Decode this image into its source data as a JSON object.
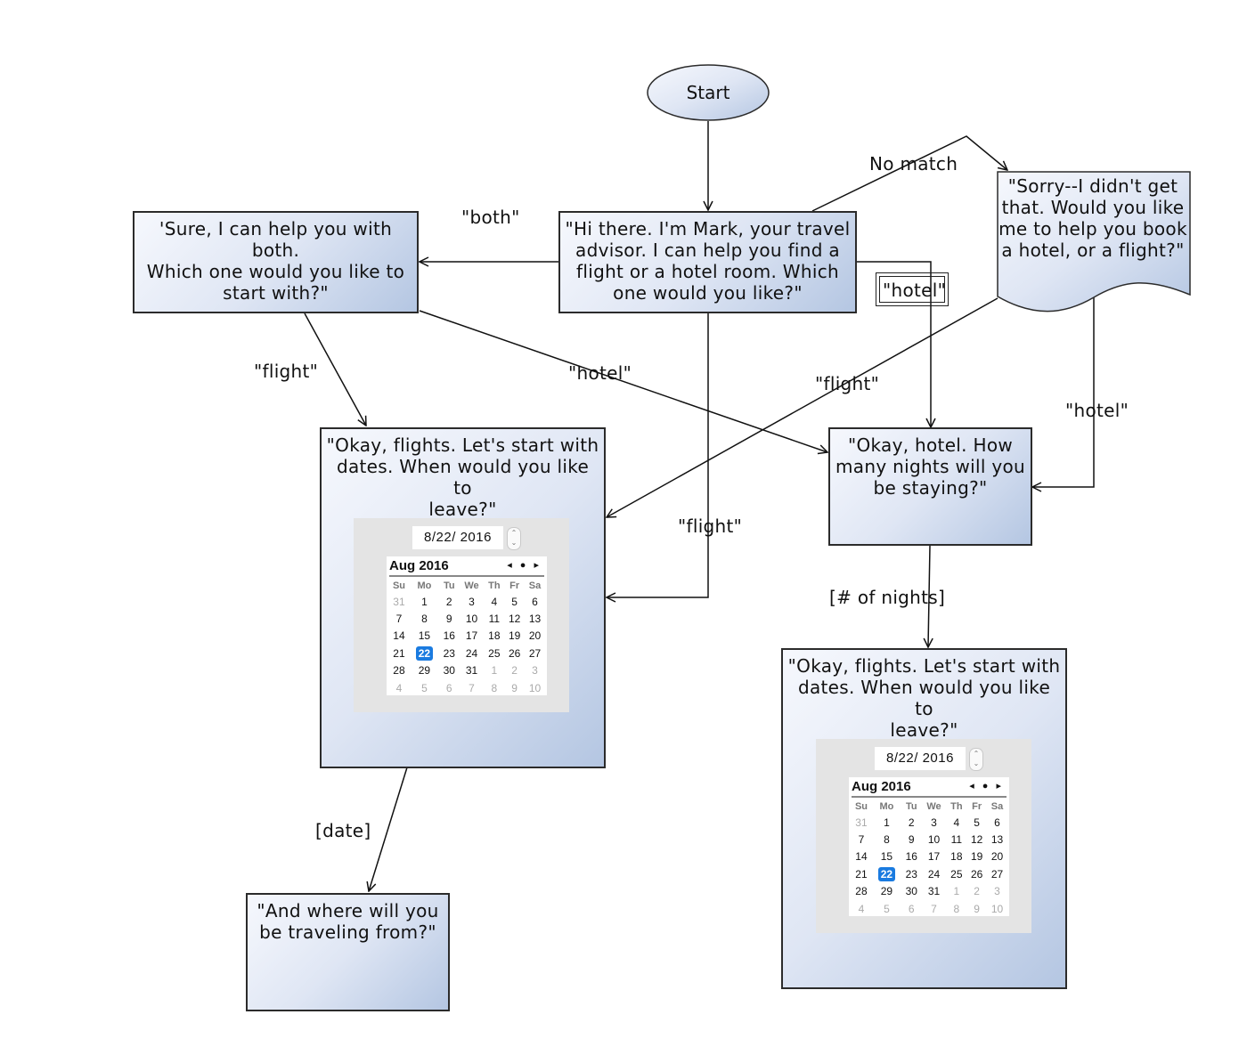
{
  "nodes": {
    "start": "Start",
    "greeting": "\"Hi there.  I'm Mark, your travel\nadvisor.  I can help you find a\nflight or a hotel room.  Which\none would you like?\"",
    "both": "'Sure, I can help you with both.\nWhich one would you like to\nstart with?\"",
    "sorry": "\"Sorry--I didn't get\nthat.  Would you like\nme to help you book\na hotel, or a flight?\"",
    "flights_left": "\"Okay, flights.  Let's start with\ndates.  When would you like to\nleave?\"",
    "hotel": "\"Okay, hotel.  How\nmany nights will you\nbe staying?\"",
    "flights_right": "\"Okay, flights.  Let's start with\ndates.  When would you like to\nleave?\"",
    "where_from": "\"And where will you\nbe traveling from?\""
  },
  "edges": {
    "no_match": "No match",
    "both": "\"both\"",
    "hotel_greeting": "\"hotel\"",
    "flight_both": "\"flight\"",
    "hotel_both": "\"hotel\"",
    "flight_sorry": "\"flight\"",
    "hotel_sorry": "\"hotel\"",
    "flight_greeting": "\"flight\"",
    "num_nights": "[# of nights]",
    "date": "[date]"
  },
  "date_picker": {
    "value": "8/22/ 2016",
    "month": "Aug 2016",
    "nav": "◂ ● ▸",
    "weekdays": [
      "Su",
      "Mo",
      "Tu",
      "We",
      "Th",
      "Fr",
      "Sa"
    ],
    "weeks": [
      [
        "31",
        "1",
        "2",
        "3",
        "4",
        "5",
        "6"
      ],
      [
        "7",
        "8",
        "9",
        "10",
        "11",
        "12",
        "13"
      ],
      [
        "14",
        "15",
        "16",
        "17",
        "18",
        "19",
        "20"
      ],
      [
        "21",
        "22",
        "23",
        "24",
        "25",
        "26",
        "27"
      ],
      [
        "28",
        "29",
        "30",
        "31",
        "1",
        "2",
        "3"
      ],
      [
        "4",
        "5",
        "6",
        "7",
        "8",
        "9",
        "10"
      ]
    ],
    "selected": "22"
  }
}
